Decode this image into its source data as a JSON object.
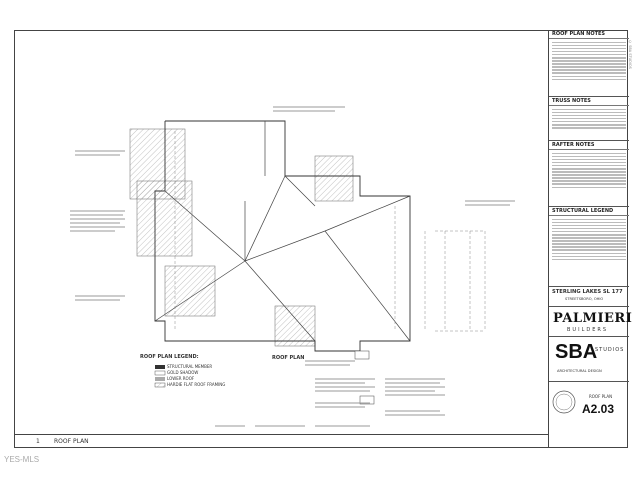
{
  "title_block": {
    "roof_plan_notes_title": "ROOF PLAN NOTES",
    "truss_notes_title": "TRUSS NOTES",
    "rafter_notes_title": "RAFTER NOTES",
    "structural_legend_title": "STRUCTURAL LEGEND",
    "project_name": "STERLING LAKES SL 177",
    "project_loc": "STREETSBORO, OHIO",
    "builder_name": "PALMIERI",
    "builder_sub": "BUILDERS",
    "architect_name": "SBA",
    "architect_sub": "STUDIOS",
    "architect_line": "ARCHITECTURAL DESIGN",
    "sheet_title": "ROOF PLAN",
    "sheet_number": "A2.03"
  },
  "bottom_bar": {
    "drawing_number": "1",
    "drawing_title": "ROOF PLAN"
  },
  "drawing": {
    "plan_title": "ROOF PLAN",
    "legend_title": "ROOF PLAN LEGEND:",
    "legend_items": [
      "STRUCTURAL MEMBER",
      "GOLD SHADOW",
      "LOWER ROOF",
      "HARDIE FLAT ROOF FRAMING"
    ]
  },
  "watermark": "YES-MLS"
}
